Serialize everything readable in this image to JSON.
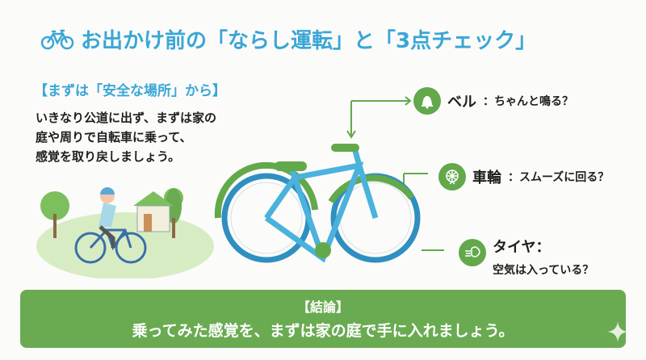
{
  "title": "お出かけ前の「ならし運転」と「3点チェック」",
  "section": {
    "heading": "【まずは「安全な場所」から】",
    "lines": [
      "いきなり公道に出ず、まずは家の",
      "庭や周りで自転車に乗って、",
      "感覚を取り戻しましょう。"
    ]
  },
  "checks": [
    {
      "label": "ベル",
      "question": "：ちゃんと鳴る？",
      "icon": "bell-icon"
    },
    {
      "label": "車輪",
      "question": "：スムーズに回る？",
      "icon": "wheel-icon"
    },
    {
      "label": "タイヤ：",
      "question": "空気は入っている？",
      "icon": "air-icon"
    }
  ],
  "conclusion": {
    "heading": "【結論】",
    "text": "乗ってみた感覚を、まずは家の庭で手に入れましょう。"
  },
  "colors": {
    "blue": "#3aa6d6",
    "green": "#63a84b"
  }
}
